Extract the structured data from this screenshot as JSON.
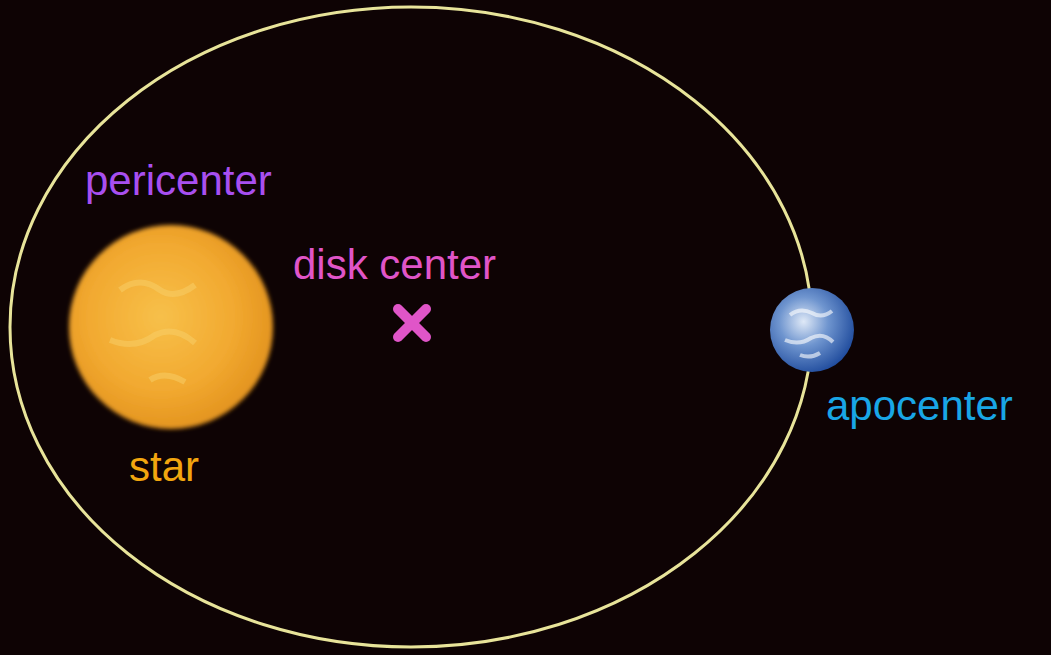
{
  "diagram": {
    "labels": [
      "pericenter",
      "disk center",
      "star",
      "apocenter"
    ]
  }
}
